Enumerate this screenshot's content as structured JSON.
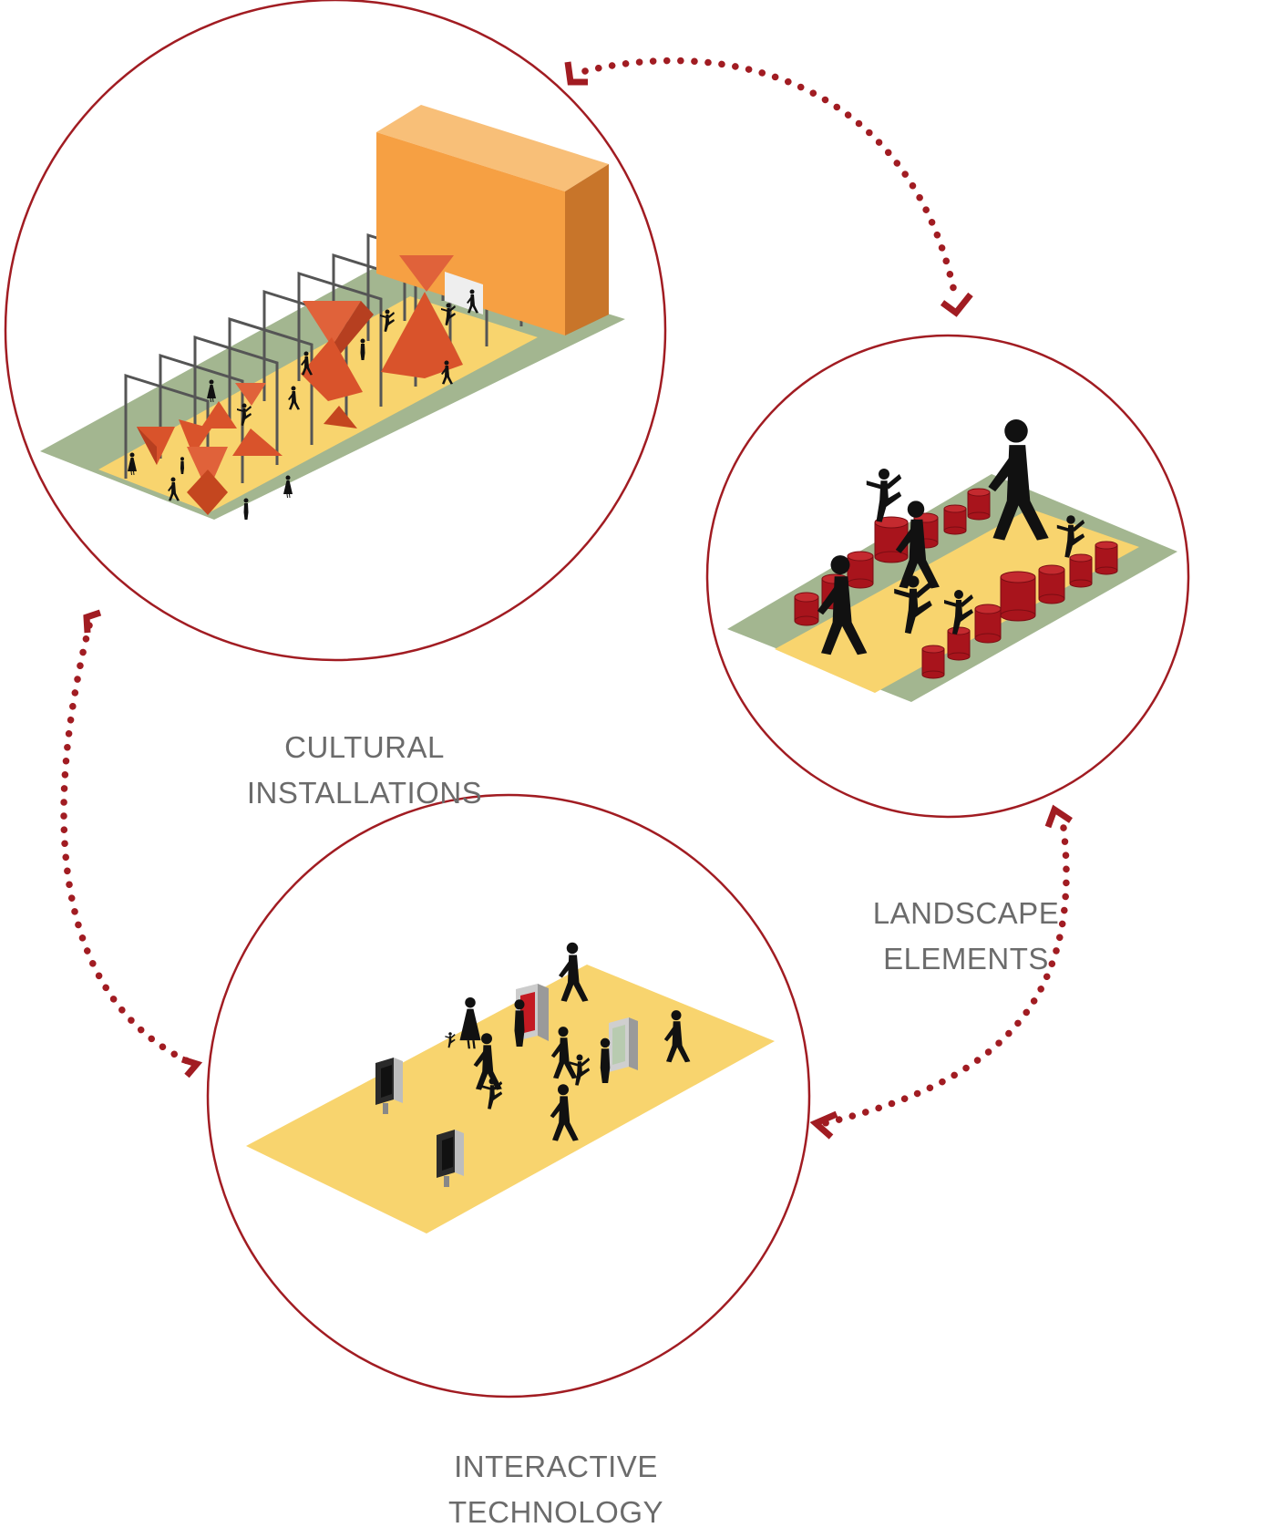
{
  "colors": {
    "circle_stroke": "#a11c22",
    "arrow": "#a11c22",
    "grass": "#a3b690",
    "path": "#f8d46e",
    "wall": "#f6a043",
    "sculpture": "#d9532b",
    "cylinder": "#a8141c",
    "figure": "#111111",
    "caption_text": "#6b6b6b"
  },
  "nodes": [
    {
      "id": "cultural",
      "caption": [
        "CULTURAL",
        "INSTALLATIONS"
      ],
      "illustration": "isometric plaza with arch frames, orange wall block and red pyramid sculptures"
    },
    {
      "id": "landscape",
      "caption": [
        "LANDSCAPE",
        "ELEMENTS"
      ],
      "illustration": "isometric strip with red cylinder seats and people stepping on them"
    },
    {
      "id": "interactive",
      "caption": [
        "INTERACTIVE",
        "TECHNOLOGY"
      ],
      "illustration": "isometric yellow plaza with digital kiosks and pedestrians"
    }
  ],
  "connectors": [
    {
      "from": "cultural",
      "to": "landscape",
      "style": "dotted",
      "arrowheads": "both"
    },
    {
      "from": "landscape",
      "to": "interactive",
      "style": "dotted",
      "arrowheads": "both"
    },
    {
      "from": "interactive",
      "to": "cultural",
      "style": "dotted",
      "arrowheads": "both"
    }
  ]
}
